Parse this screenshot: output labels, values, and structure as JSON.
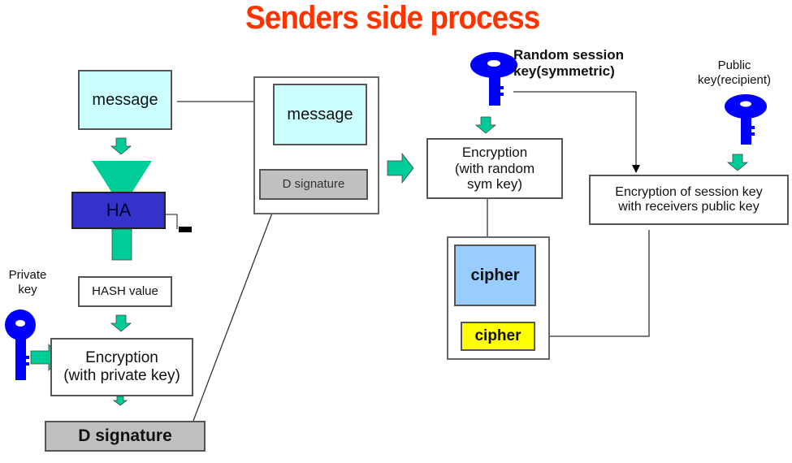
{
  "title": "Senders side process",
  "colors": {
    "title": "#ff3300",
    "message_fill": "#ccffff",
    "arrow_green": "#00cc99",
    "hash_blue": "#3333cc",
    "key_blue": "#0000ff",
    "cipher_blue": "#99ccff",
    "cipher_yellow": "#ffff00",
    "signature_gray": "#c0c0c0"
  },
  "left": {
    "message": "message",
    "hash_algorithm": "HA",
    "hash_value": "HASH value",
    "private_key_label": "Private key",
    "encryption_line1": "Encryption",
    "encryption_line2": "(with private key)",
    "signature": "D signature"
  },
  "bundle": {
    "message": "message",
    "signature": "D signature"
  },
  "right": {
    "session_key_label_line1": "Random session",
    "session_key_label_line2": "key(symmetric)",
    "public_key_label_line1": "Public",
    "public_key_label_line2": "key(recipient)",
    "sym_encryption_line1": "Encryption",
    "sym_encryption_line2": "(with random",
    "sym_encryption_line3": "sym key)",
    "key_encryption_line1": "Encryption of session key",
    "key_encryption_line2": "with receivers public key",
    "cipher_message": "cipher",
    "cipher_key": "cipher"
  }
}
